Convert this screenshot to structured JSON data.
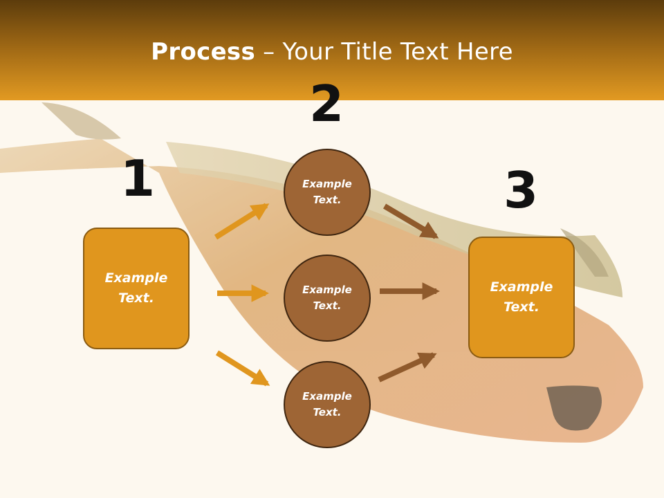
{
  "title": {
    "bold": "Process",
    "rest": " – Your Title Text Here"
  },
  "steps": [
    {
      "number": "1",
      "label_line1": "Example",
      "label_line2": "Text."
    },
    {
      "number": "2"
    },
    {
      "number": "3",
      "label_line1": "Example",
      "label_line2": "Text."
    }
  ],
  "circles": [
    {
      "label_line1": "Example",
      "label_line2": "Text."
    },
    {
      "label_line1": "Example",
      "label_line2": "Text."
    },
    {
      "label_line1": "Example",
      "label_line2": "Text."
    }
  ],
  "colors": {
    "title_bar_top": "#5c3c0c",
    "title_bar_bottom": "#e29a22",
    "box_fill": "#e0961e",
    "circle_fill": "#9e6535",
    "arrow_orange": "#e0961e",
    "arrow_brown": "#8f5a2c"
  }
}
